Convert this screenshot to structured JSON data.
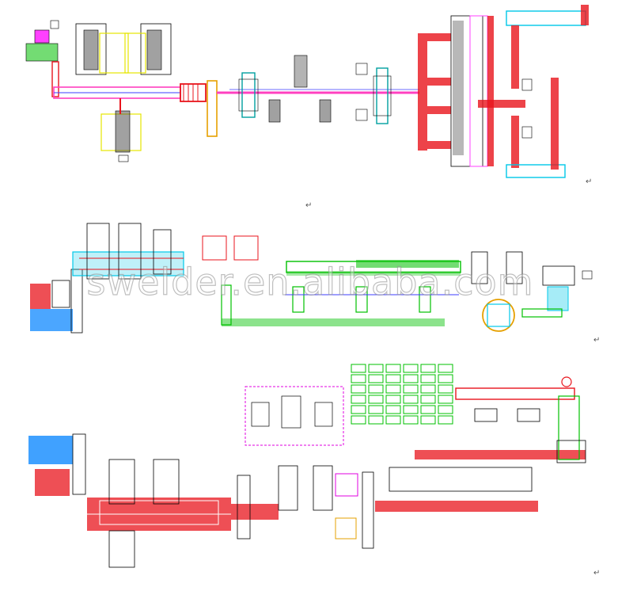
{
  "watermark": "swelder.en.alibaba.com",
  "paragraph_mark": "↵",
  "colors": {
    "red": "#e8141c",
    "green": "#00c000",
    "black": "#111111",
    "cyan": "#00c8e8",
    "magenta": "#e000e0",
    "yellow": "#e6e600",
    "blue": "#3c3cff",
    "pink": "#ff7fd0",
    "orange": "#ff8c00"
  },
  "icons": [
    "layout-drawing",
    "paragraph-mark-icon",
    "watermark-text"
  ]
}
